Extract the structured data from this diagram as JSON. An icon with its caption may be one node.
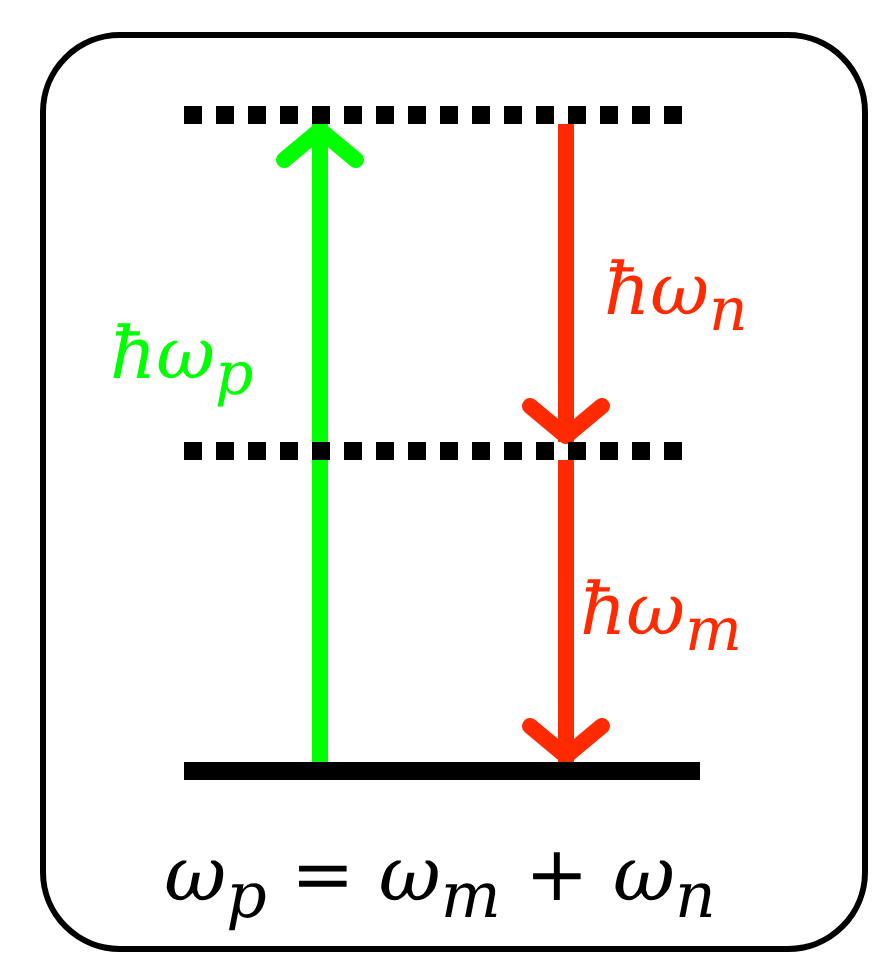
{
  "diagram": {
    "nodes": [
      {
        "text": [],
        "shape": "bar"
      },
      {
        "text": [],
        "shape": "bar"
      },
      {
        "text": [],
        "shape": "bar"
      }
    ],
    "edges": [
      {
        "from": 2,
        "to": 0,
        "arrow": "to",
        "label": "ħω$_{p}$",
        "color": "#00ff00"
      },
      {
        "from": 0,
        "to": 1,
        "arrow": "to",
        "label": "ħω$_{n}$",
        "color": "#ff2a00"
      },
      {
        "from": 1,
        "to": 2,
        "arrow": "to",
        "label": "ħω$_{m}$",
        "color": "#ff2a00"
      }
    ],
    "labels": [
      "ω$_{p}$ = ω$_{m}$ + ω$_{n}$"
    ]
  }
}
